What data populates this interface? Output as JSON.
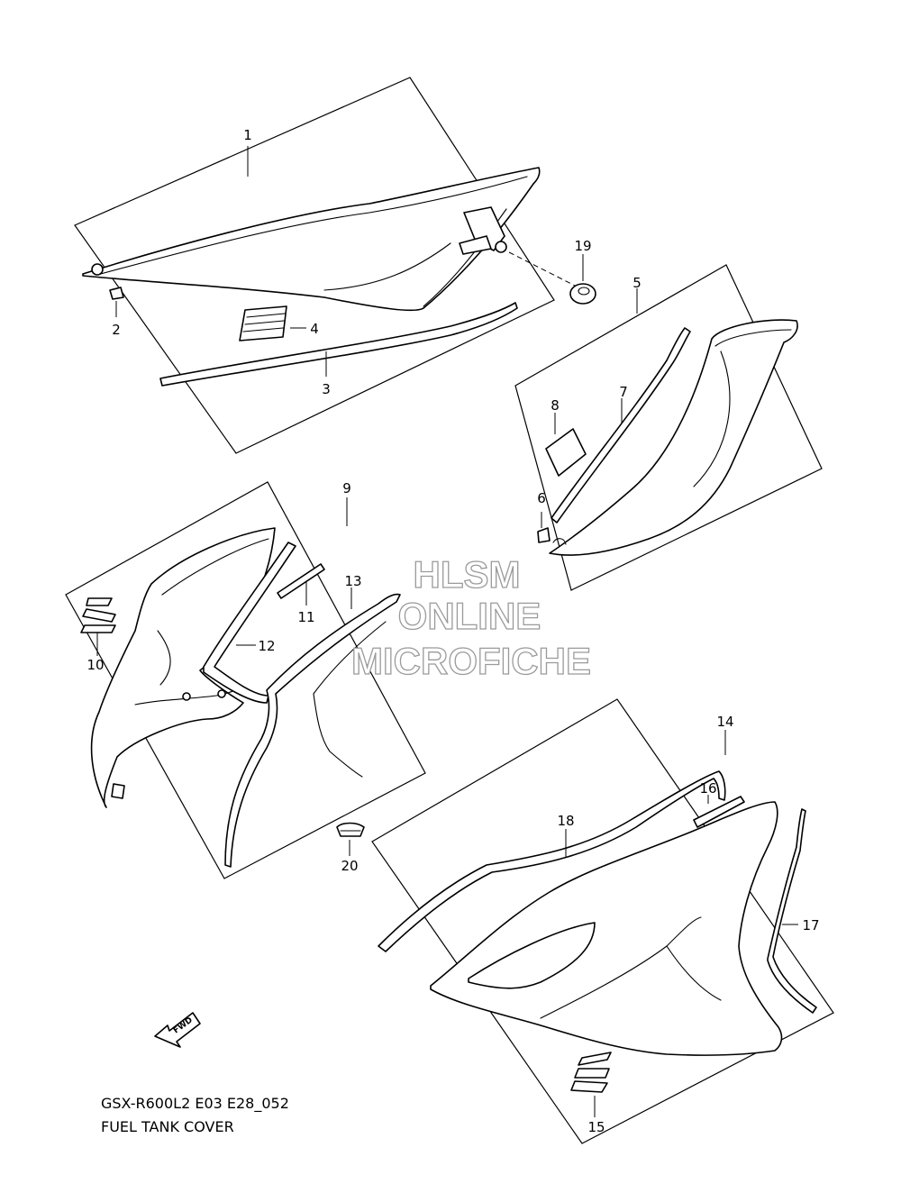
{
  "watermark": {
    "line1": "HLSM",
    "line2": "ONLINE",
    "line3": "MICROFICHE"
  },
  "caption": {
    "model_code": "GSX-R600L2 E03 E28_052",
    "title": "FUEL TANK COVER"
  },
  "fwd_label": "FWD",
  "callouts": [
    "1",
    "2",
    "3",
    "4",
    "5",
    "6",
    "7",
    "8",
    "9",
    "10",
    "11",
    "12",
    "13",
    "14",
    "15",
    "16",
    "17",
    "18",
    "19",
    "20"
  ],
  "icons": {
    "brand_emblem": "suzuki-s-emblem-icon",
    "direction": "fwd-arrow-icon"
  }
}
